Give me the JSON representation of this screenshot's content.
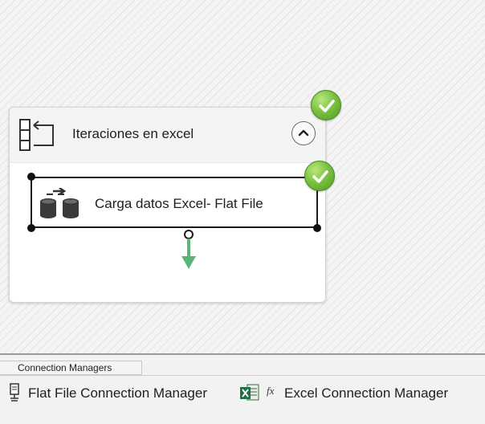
{
  "container": {
    "title": "Iteraciones en excel",
    "icon": "loop-container-icon",
    "status_icon": "success-check-icon",
    "collapse_icon": "chevron-up-icon"
  },
  "task": {
    "label": "Carga datos Excel- Flat File",
    "icon": "data-flow-task-icon",
    "status_icon": "success-check-icon"
  },
  "connection_managers": {
    "tab_label": "Connection Managers",
    "items": [
      {
        "label": "Flat File Connection Manager",
        "icon": "flat-file-connection-icon"
      },
      {
        "label": "Excel Connection Manager",
        "icon": "excel-connection-icon",
        "badge": "fx"
      }
    ]
  },
  "colors": {
    "success_green": "#7cc242",
    "precedence_arrow": "#5bb57a",
    "canvas_stripe": "#e3e3e3"
  }
}
